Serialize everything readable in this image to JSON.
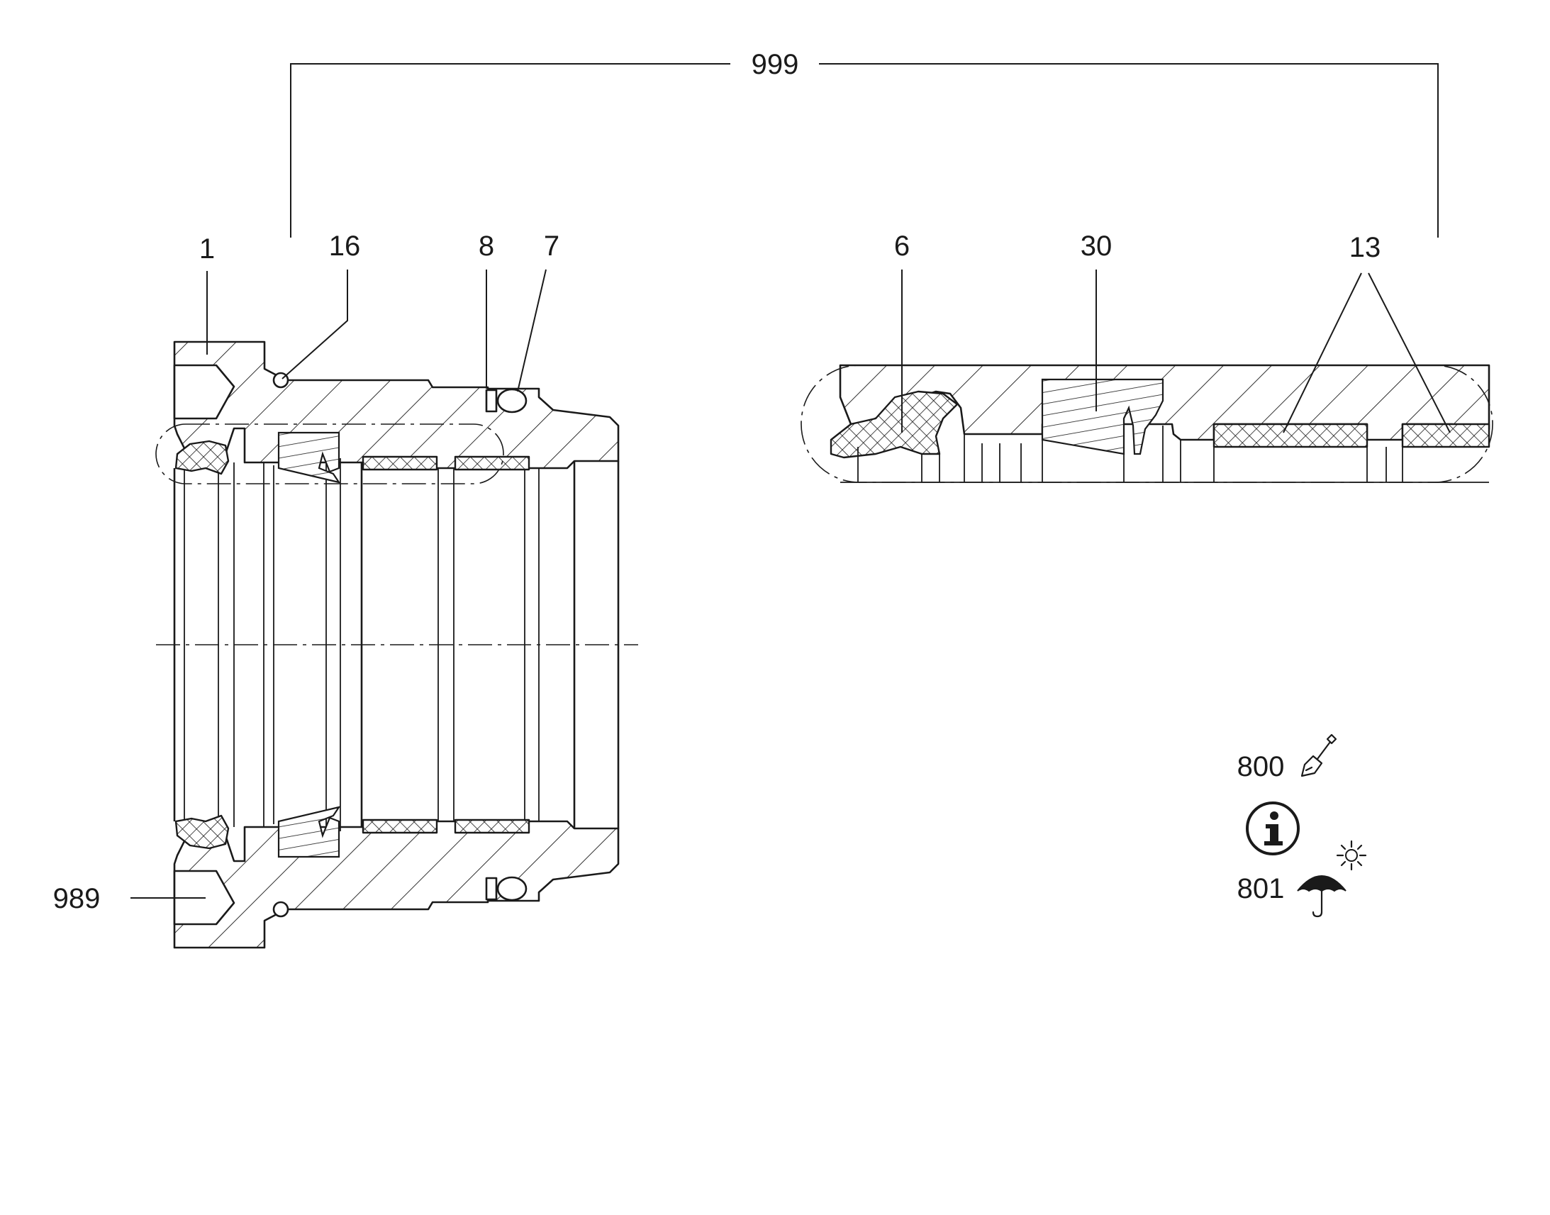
{
  "callouts": {
    "assembly": "999",
    "housing": "1",
    "wiper": "16",
    "backup_ring": "8",
    "o_ring": "7",
    "seal": "6",
    "rod_seal": "30",
    "guide_bands": "13",
    "set": "989",
    "grease": "800",
    "storage": "801"
  },
  "icons": {
    "grease_icon": "paint-brush-icon",
    "info_icon": "information-icon",
    "storage_icon": "umbrella-sun-icon"
  },
  "colors": {
    "line": "#1a1a1a",
    "background": "#ffffff"
  }
}
